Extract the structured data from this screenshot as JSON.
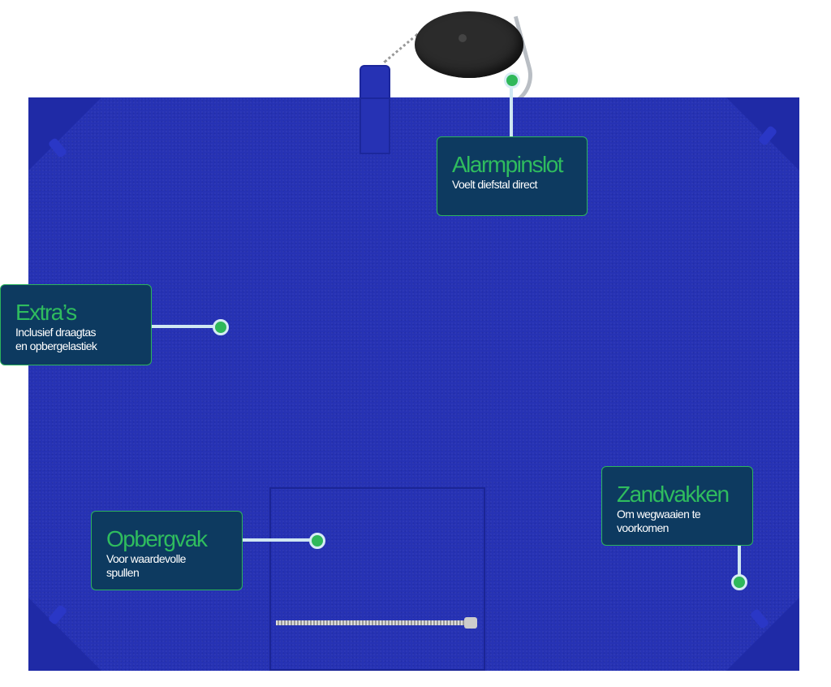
{
  "callouts": {
    "alarm": {
      "title": "Alarmpinslot",
      "subtitle": "Voelt diefstal direct"
    },
    "extras": {
      "title": "Extra’s",
      "subtitle_line1": "Inclusief draagtas",
      "subtitle_line2": "en opbergelastiek"
    },
    "pocket": {
      "title": "Opbergvak",
      "subtitle_line1": "Voor waardevolle",
      "subtitle_line2": "spullen"
    },
    "sand": {
      "title": "Zandvakken",
      "subtitle_line1": "Om wegwaaien te",
      "subtitle_line2": "voorkomen"
    }
  },
  "colors": {
    "towel": "#2632b4",
    "box": "#0d3a60",
    "accent": "#2fbc5e"
  }
}
